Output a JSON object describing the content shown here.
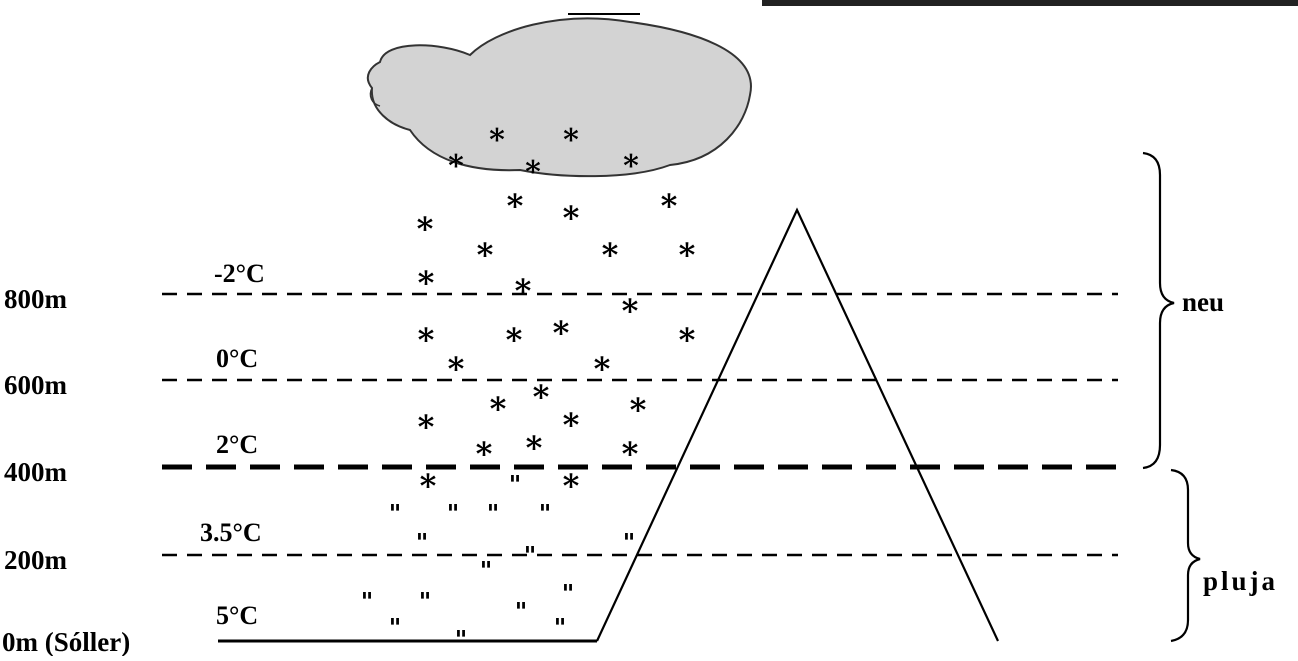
{
  "levels": [
    {
      "altitude": "800m",
      "temperature": "-2°C"
    },
    {
      "altitude": "600m",
      "temperature": "0°C"
    },
    {
      "altitude": "400m",
      "temperature": "2°C"
    },
    {
      "altitude": "200m",
      "temperature": "3.5°C"
    },
    {
      "altitude": "0m (Sóller)",
      "temperature": "5°C"
    }
  ],
  "zones": {
    "snow": "neu",
    "rain": "pluja"
  },
  "symbols": {
    "snowflake": "*",
    "raindrop": "\""
  },
  "colors": {
    "cloud_fill": "#d3d3d3",
    "ink": "#000000"
  }
}
